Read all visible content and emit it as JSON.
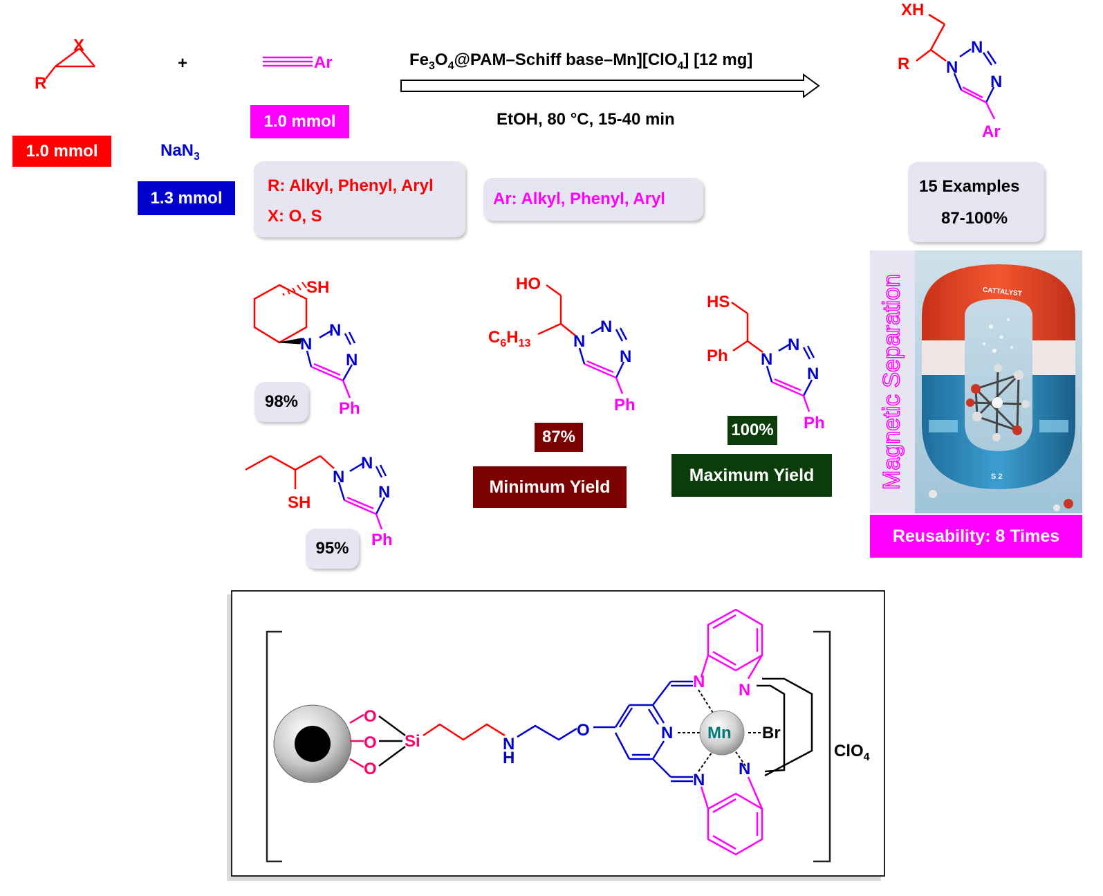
{
  "colors": {
    "red": "#ff0000",
    "blue": "#0000cc",
    "magenta": "#ff00ff",
    "dark_red": "#7b0000",
    "dark_green": "#0b3d0b",
    "pill": "#e6e6f3",
    "teal": "#007a7a"
  },
  "reaction": {
    "epoxide": {
      "x": "X",
      "r": "R",
      "amount": "1.0 mmol"
    },
    "plus": "+",
    "azide": {
      "name_main": "NaN",
      "name_sub": "3",
      "amount": "1.3 mmol"
    },
    "alkyne": {
      "ar": "Ar",
      "amount": "1.0 mmol"
    },
    "catalyst": {
      "p1": "Fe",
      "s1": "3",
      "p2": "O",
      "s2": "4",
      "p3": "@PAM–Schiff base–Mn][ClO",
      "s3": "4",
      "p4": "]  [12 mg]"
    },
    "conditions": "EtOH, 80 °C, 15-40 min",
    "product": {
      "xh": "XH",
      "r": "R",
      "n": "N",
      "ar": "Ar"
    },
    "scope_r": "R: Alkyl, Phenyl, Aryl",
    "scope_x": "X: O, S",
    "scope_ar": "Ar: Alkyl, Phenyl, Aryl",
    "examples": "15 Examples",
    "yield_range": "87-100%"
  },
  "examples": {
    "ex1": {
      "sh": "SH",
      "ph": "Ph",
      "yield": "98%"
    },
    "ex2": {
      "sh": "SH",
      "ph": "Ph",
      "yield": "95%"
    },
    "ex3": {
      "ho": "HO",
      "c": "C",
      "c_sub1": "6",
      "h": "H",
      "c_sub2": "13",
      "ph": "Ph",
      "yield": "87%",
      "label": "Minimum Yield"
    },
    "ex4": {
      "hs": "HS",
      "ph_side": "Ph",
      "ph": "Ph",
      "yield": "100%",
      "label": "Maximum Yield"
    }
  },
  "magnet": {
    "side_text": "Magnetic Separation",
    "reusability": "Reusability: 8 Times",
    "magnet_text": "CATTALYST",
    "base_text": "S 2"
  },
  "catalyst_structure": {
    "o": "O",
    "si": "Si",
    "n": "N",
    "h": "H",
    "mn": "Mn",
    "br": "Br",
    "clo": "ClO",
    "clo_sub": "4"
  }
}
